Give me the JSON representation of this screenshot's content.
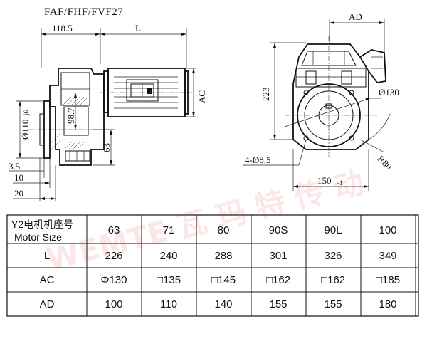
{
  "drawing": {
    "title": "FAF/FHF/FVF27",
    "dims": {
      "d118": "118.5",
      "L": "L",
      "AC": "AC",
      "d98": "98.7",
      "d110": "Ø110",
      "d110_tol": "j6",
      "d63": "63",
      "d35": "3.5",
      "d10": "10",
      "d20": "20",
      "AD": "AD",
      "d223": "223",
      "d130": "Ø130",
      "holes": "4-Ø8.5",
      "R80": "R80",
      "d150": "150",
      "d150_tol": "-1"
    },
    "watermark": "WEMTE 瓦 玛 特 传 动"
  },
  "table": {
    "header_cn": "Y2电机机座号",
    "header_en": "Motor Size",
    "sizes": [
      "63",
      "71",
      "80",
      "90S",
      "90L",
      "100"
    ],
    "rows": [
      {
        "label": "L",
        "values": [
          "226",
          "240",
          "288",
          "301",
          "326",
          "349"
        ]
      },
      {
        "label": "AC",
        "values": [
          "Φ130",
          "□135",
          "□145",
          "□162",
          "□162",
          "□185"
        ]
      },
      {
        "label": "AD",
        "values": [
          "100",
          "110",
          "140",
          "155",
          "155",
          "180"
        ]
      }
    ]
  }
}
